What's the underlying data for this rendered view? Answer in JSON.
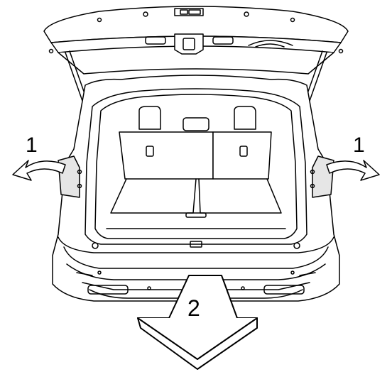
{
  "callouts": {
    "left": "1",
    "right": "1",
    "bottom": "2"
  },
  "colors": {
    "line": "#000000",
    "body": "#ffffff",
    "taillight": "#e6e6e6"
  }
}
